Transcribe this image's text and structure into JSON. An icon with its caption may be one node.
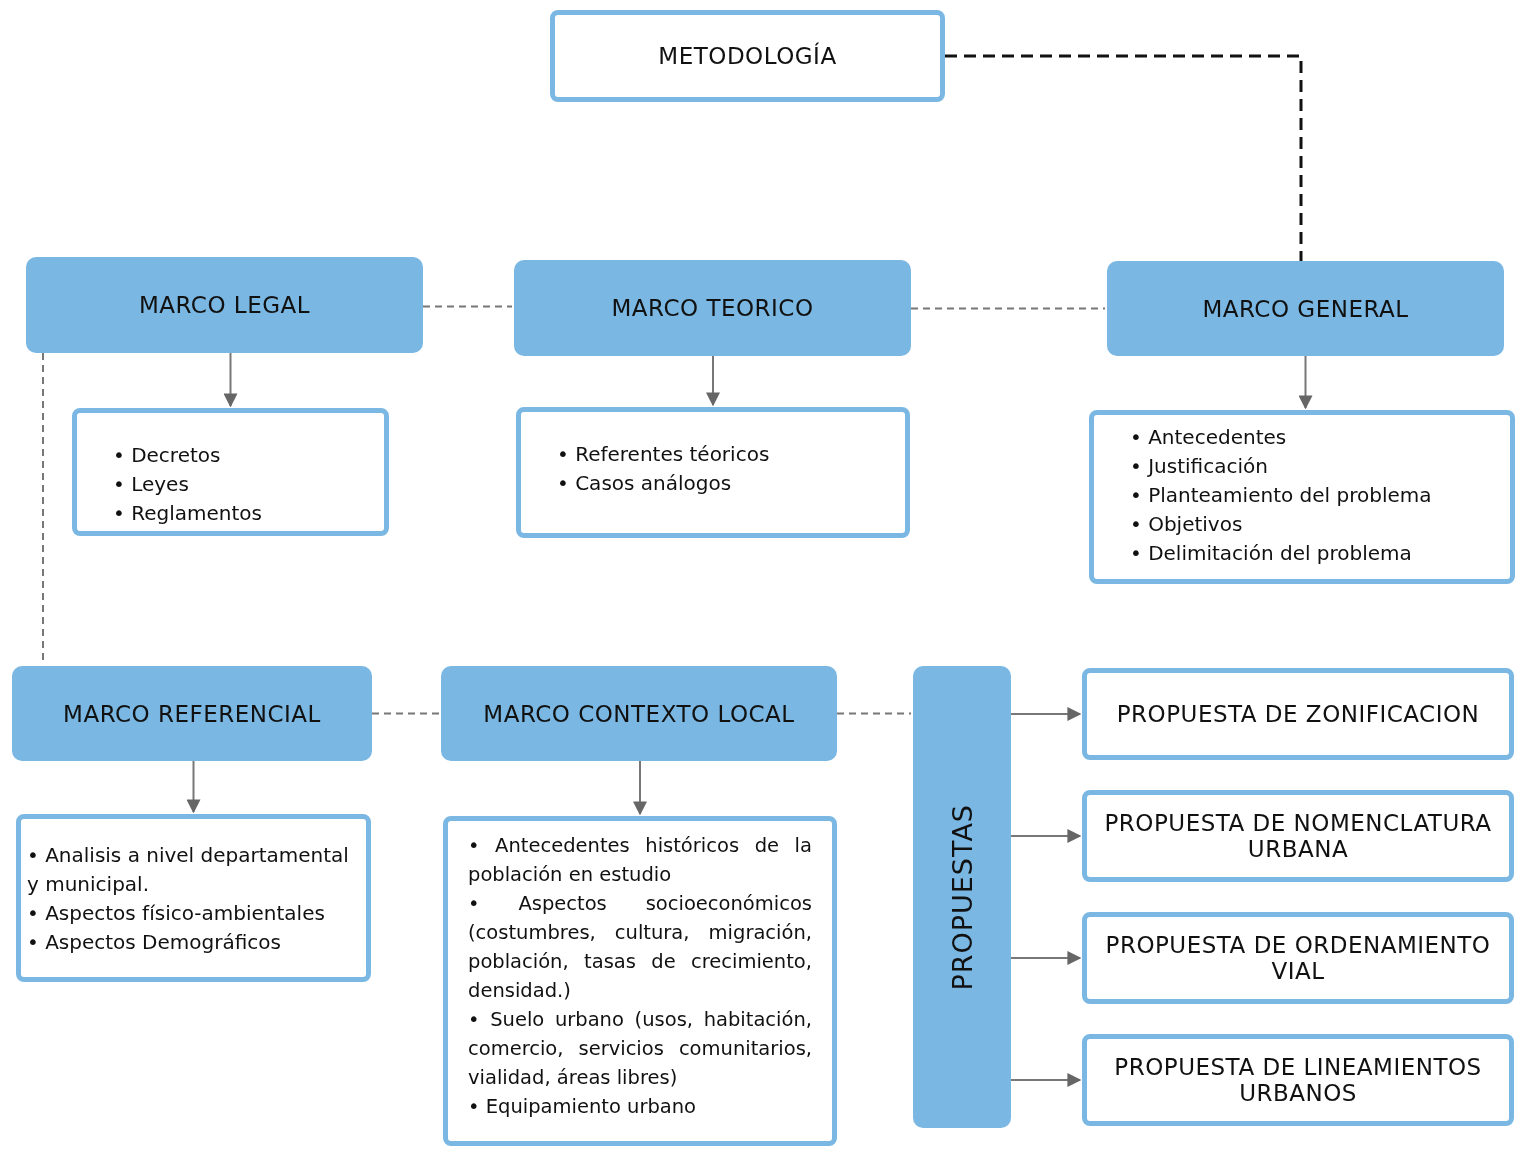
{
  "diagram": {
    "nodes": [
      {
        "text": [
          "METODOLOGÍA"
        ]
      },
      {
        "text": [
          "MARCO LEGAL"
        ]
      },
      {
        "text": [
          "• Decretos",
          "• Leyes",
          "• Reglamentos"
        ]
      },
      {
        "text": [
          "MARCO TEORICO"
        ]
      },
      {
        "text": [
          "• Referentes téoricos",
          "• Casos análogos"
        ]
      },
      {
        "text": [
          "MARCO GENERAL"
        ]
      },
      {
        "text": [
          "• Antecedentes",
          "• Justificación",
          "• Planteamiento del problema",
          "• Objetivos",
          "• Delimitación del problema"
        ]
      },
      {
        "text": [
          "MARCO REFERENCIAL"
        ]
      },
      {
        "text": [
          "• Analisis a nivel departamental y municipal.",
          "• Aspectos físico-ambientales",
          "• Aspectos Demográficos"
        ]
      },
      {
        "text": [
          "MARCO CONTEXTO LOCAL"
        ]
      },
      {
        "text": [
          "• Antecedentes históricos de la población en estudio",
          "• Aspectos socioeconómicos (costumbres, cultura, migración, población, tasas de crecimiento, densidad.)",
          "• Suelo urbano (usos, habitación, comercio, servicios comunitarios, vialidad, áreas libres)",
          "• Equipamiento urbano"
        ]
      },
      {
        "text": [
          "PROPUESTAS"
        ]
      },
      {
        "text": [
          "PROPUESTA DE ZONIFICACION"
        ]
      },
      {
        "text": [
          "PROPUESTA DE NOMENCLATURA URBANA"
        ]
      },
      {
        "text": [
          "PROPUESTA DE ORDENAMIENTO VIAL"
        ]
      },
      {
        "text": [
          "PROPUESTA DE LINEAMIENTOS URBANOS"
        ]
      }
    ],
    "edges": [
      {
        "from": 0,
        "to": 5,
        "arrow": "none",
        "style": "dashed",
        "color": "#111111"
      },
      {
        "from": 1,
        "to": 3,
        "arrow": "none",
        "style": "dashed"
      },
      {
        "from": 3,
        "to": 5,
        "arrow": "none",
        "style": "dashed"
      },
      {
        "from": 1,
        "to": 2,
        "arrow": "to"
      },
      {
        "from": 3,
        "to": 4,
        "arrow": "to"
      },
      {
        "from": 5,
        "to": 6,
        "arrow": "to"
      },
      {
        "from": 1,
        "to": 7,
        "arrow": "none",
        "style": "dashed"
      },
      {
        "from": 7,
        "to": 9,
        "arrow": "none",
        "style": "dashed"
      },
      {
        "from": 9,
        "to": 11,
        "arrow": "none",
        "style": "dashed"
      },
      {
        "from": 7,
        "to": 8,
        "arrow": "to"
      },
      {
        "from": 9,
        "to": 10,
        "arrow": "to"
      },
      {
        "from": 11,
        "to": 12,
        "arrow": "to"
      },
      {
        "from": 11,
        "to": 13,
        "arrow": "to"
      },
      {
        "from": 11,
        "to": 14,
        "arrow": "to"
      },
      {
        "from": 11,
        "to": 15,
        "arrow": "to"
      }
    ]
  }
}
